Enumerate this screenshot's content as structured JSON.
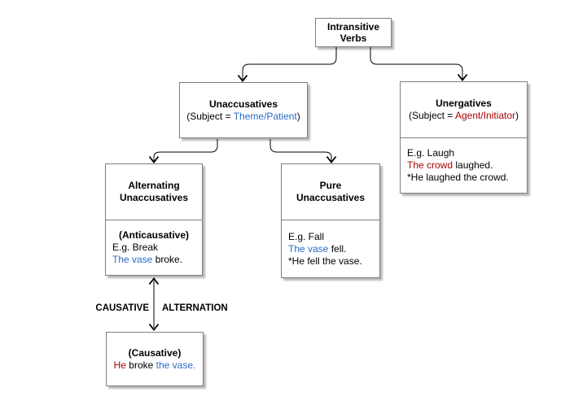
{
  "colors": {
    "blue": "#2a6cc4",
    "red": "#ad0000",
    "border": "#7f7f7f"
  },
  "nodes": {
    "intransitive": {
      "title_line1": "Intransitive",
      "title_line2": "Verbs"
    },
    "unaccusatives": {
      "title": "Unaccusatives",
      "subject_prefix": "(Subject = ",
      "subject_role": "Theme/Patient",
      "subject_suffix": ")"
    },
    "unergatives": {
      "title": "Unergatives",
      "subject_prefix": "(Subject = ",
      "subject_role": "Agent/Initiator",
      "subject_suffix": ")",
      "example_label": "E.g. Laugh",
      "good_subject": "The crowd",
      "good_rest": " laughed.",
      "bad_sentence": "*He laughed the crowd."
    },
    "alternating": {
      "title_line1": "Alternating",
      "title_line2": "Unaccusatives",
      "subtitle": "(Anticausative)",
      "example_label": "E.g. Break",
      "good_subject": "The vase",
      "good_rest": " broke."
    },
    "pure": {
      "title_line1": "Pure",
      "title_line2": "Unaccusatives",
      "example_label": "E.g. Fall",
      "good_subject": "The vase",
      "good_rest": " fell.",
      "bad_sentence": "*He fell the vase."
    },
    "causative": {
      "subtitle": "(Causative)",
      "subject": "He",
      "verb": " broke ",
      "object": "the vase."
    }
  },
  "labels": {
    "causative": "CAUSATIVE",
    "alternation": "ALTERNATION"
  }
}
